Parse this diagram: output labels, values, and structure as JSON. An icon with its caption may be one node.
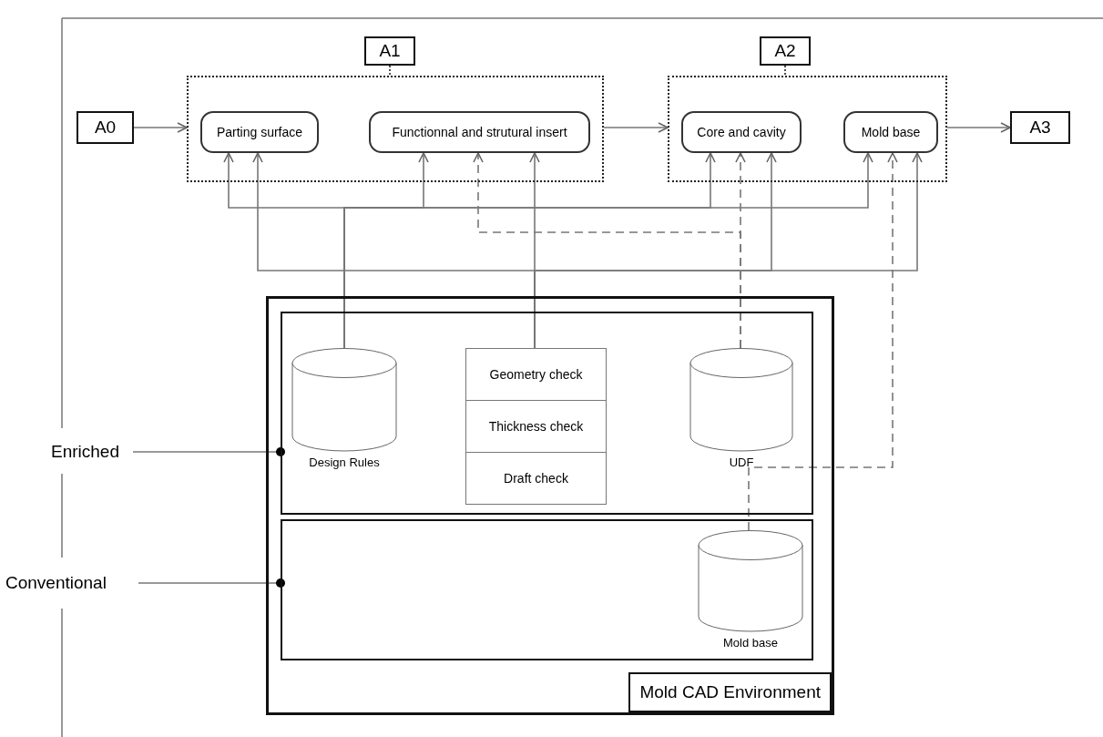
{
  "diagram": {
    "nodes": [
      {
        "text": [
          "A1"
        ]
      },
      {
        "text": [],
        "shape": "box"
      },
      {
        "text": [
          "Parting surface"
        ],
        "in": 1
      },
      {
        "text": [
          "Functionnal and strutural insert"
        ],
        "in": 1
      },
      {
        "text": [
          "A2"
        ]
      },
      {
        "text": [],
        "shape": "box"
      },
      {
        "text": [
          "Core and cavity"
        ],
        "in": 5
      },
      {
        "text": [
          "Mold base"
        ],
        "in": 5
      },
      {
        "text": [
          "A0"
        ]
      },
      {
        "text": [
          "A3"
        ]
      },
      {
        "text": [
          "Mold CAD Environment"
        ]
      },
      {
        "text": [],
        "shape": "box",
        "in": 10
      },
      {
        "text": [
          "Design Rules"
        ],
        "in": 11
      },
      {
        "text": [
          "Geometry check"
        ],
        "in": 11
      },
      {
        "text": [
          "Thickness check"
        ],
        "in": 11
      },
      {
        "text": [
          "Draft check"
        ],
        "in": 11
      },
      {
        "text": [
          "UDF"
        ],
        "in": 11
      },
      {
        "text": [],
        "shape": "box",
        "in": 10
      },
      {
        "text": [
          "Mold base"
        ],
        "in": 17
      },
      {
        "text": [
          "Enriched"
        ]
      },
      {
        "text": [
          "Conventional"
        ]
      }
    ],
    "edges": [
      {
        "from": 8,
        "to": 1,
        "arrow": "to"
      },
      {
        "from": 1,
        "to": 5,
        "arrow": "to"
      },
      {
        "from": 5,
        "to": 9,
        "arrow": "to"
      },
      {
        "from": 0,
        "to": 1,
        "arrow": "none",
        "style": "dashed"
      },
      {
        "from": 4,
        "to": 5,
        "arrow": "none",
        "style": "dashed"
      },
      {
        "from": 12,
        "to": 2,
        "arrow": "to"
      },
      {
        "from": 12,
        "to": 3,
        "arrow": "to"
      },
      {
        "from": 12,
        "to": 6,
        "arrow": "to"
      },
      {
        "from": 12,
        "to": 7,
        "arrow": "to"
      },
      {
        "from": 13,
        "to": 2,
        "arrow": "to"
      },
      {
        "from": 13,
        "to": 3,
        "arrow": "to"
      },
      {
        "from": 13,
        "to": 6,
        "arrow": "to"
      },
      {
        "from": 13,
        "to": 7,
        "arrow": "to"
      },
      {
        "from": 16,
        "to": 3,
        "arrow": "to",
        "style": "dashed"
      },
      {
        "from": 16,
        "to": 6,
        "arrow": "to",
        "style": "dashed"
      },
      {
        "from": 18,
        "to": 7,
        "arrow": "to",
        "style": "dashed"
      },
      {
        "from": 19,
        "to": 11,
        "arrow": "other"
      },
      {
        "from": 20,
        "to": 17,
        "arrow": "other"
      }
    ]
  }
}
